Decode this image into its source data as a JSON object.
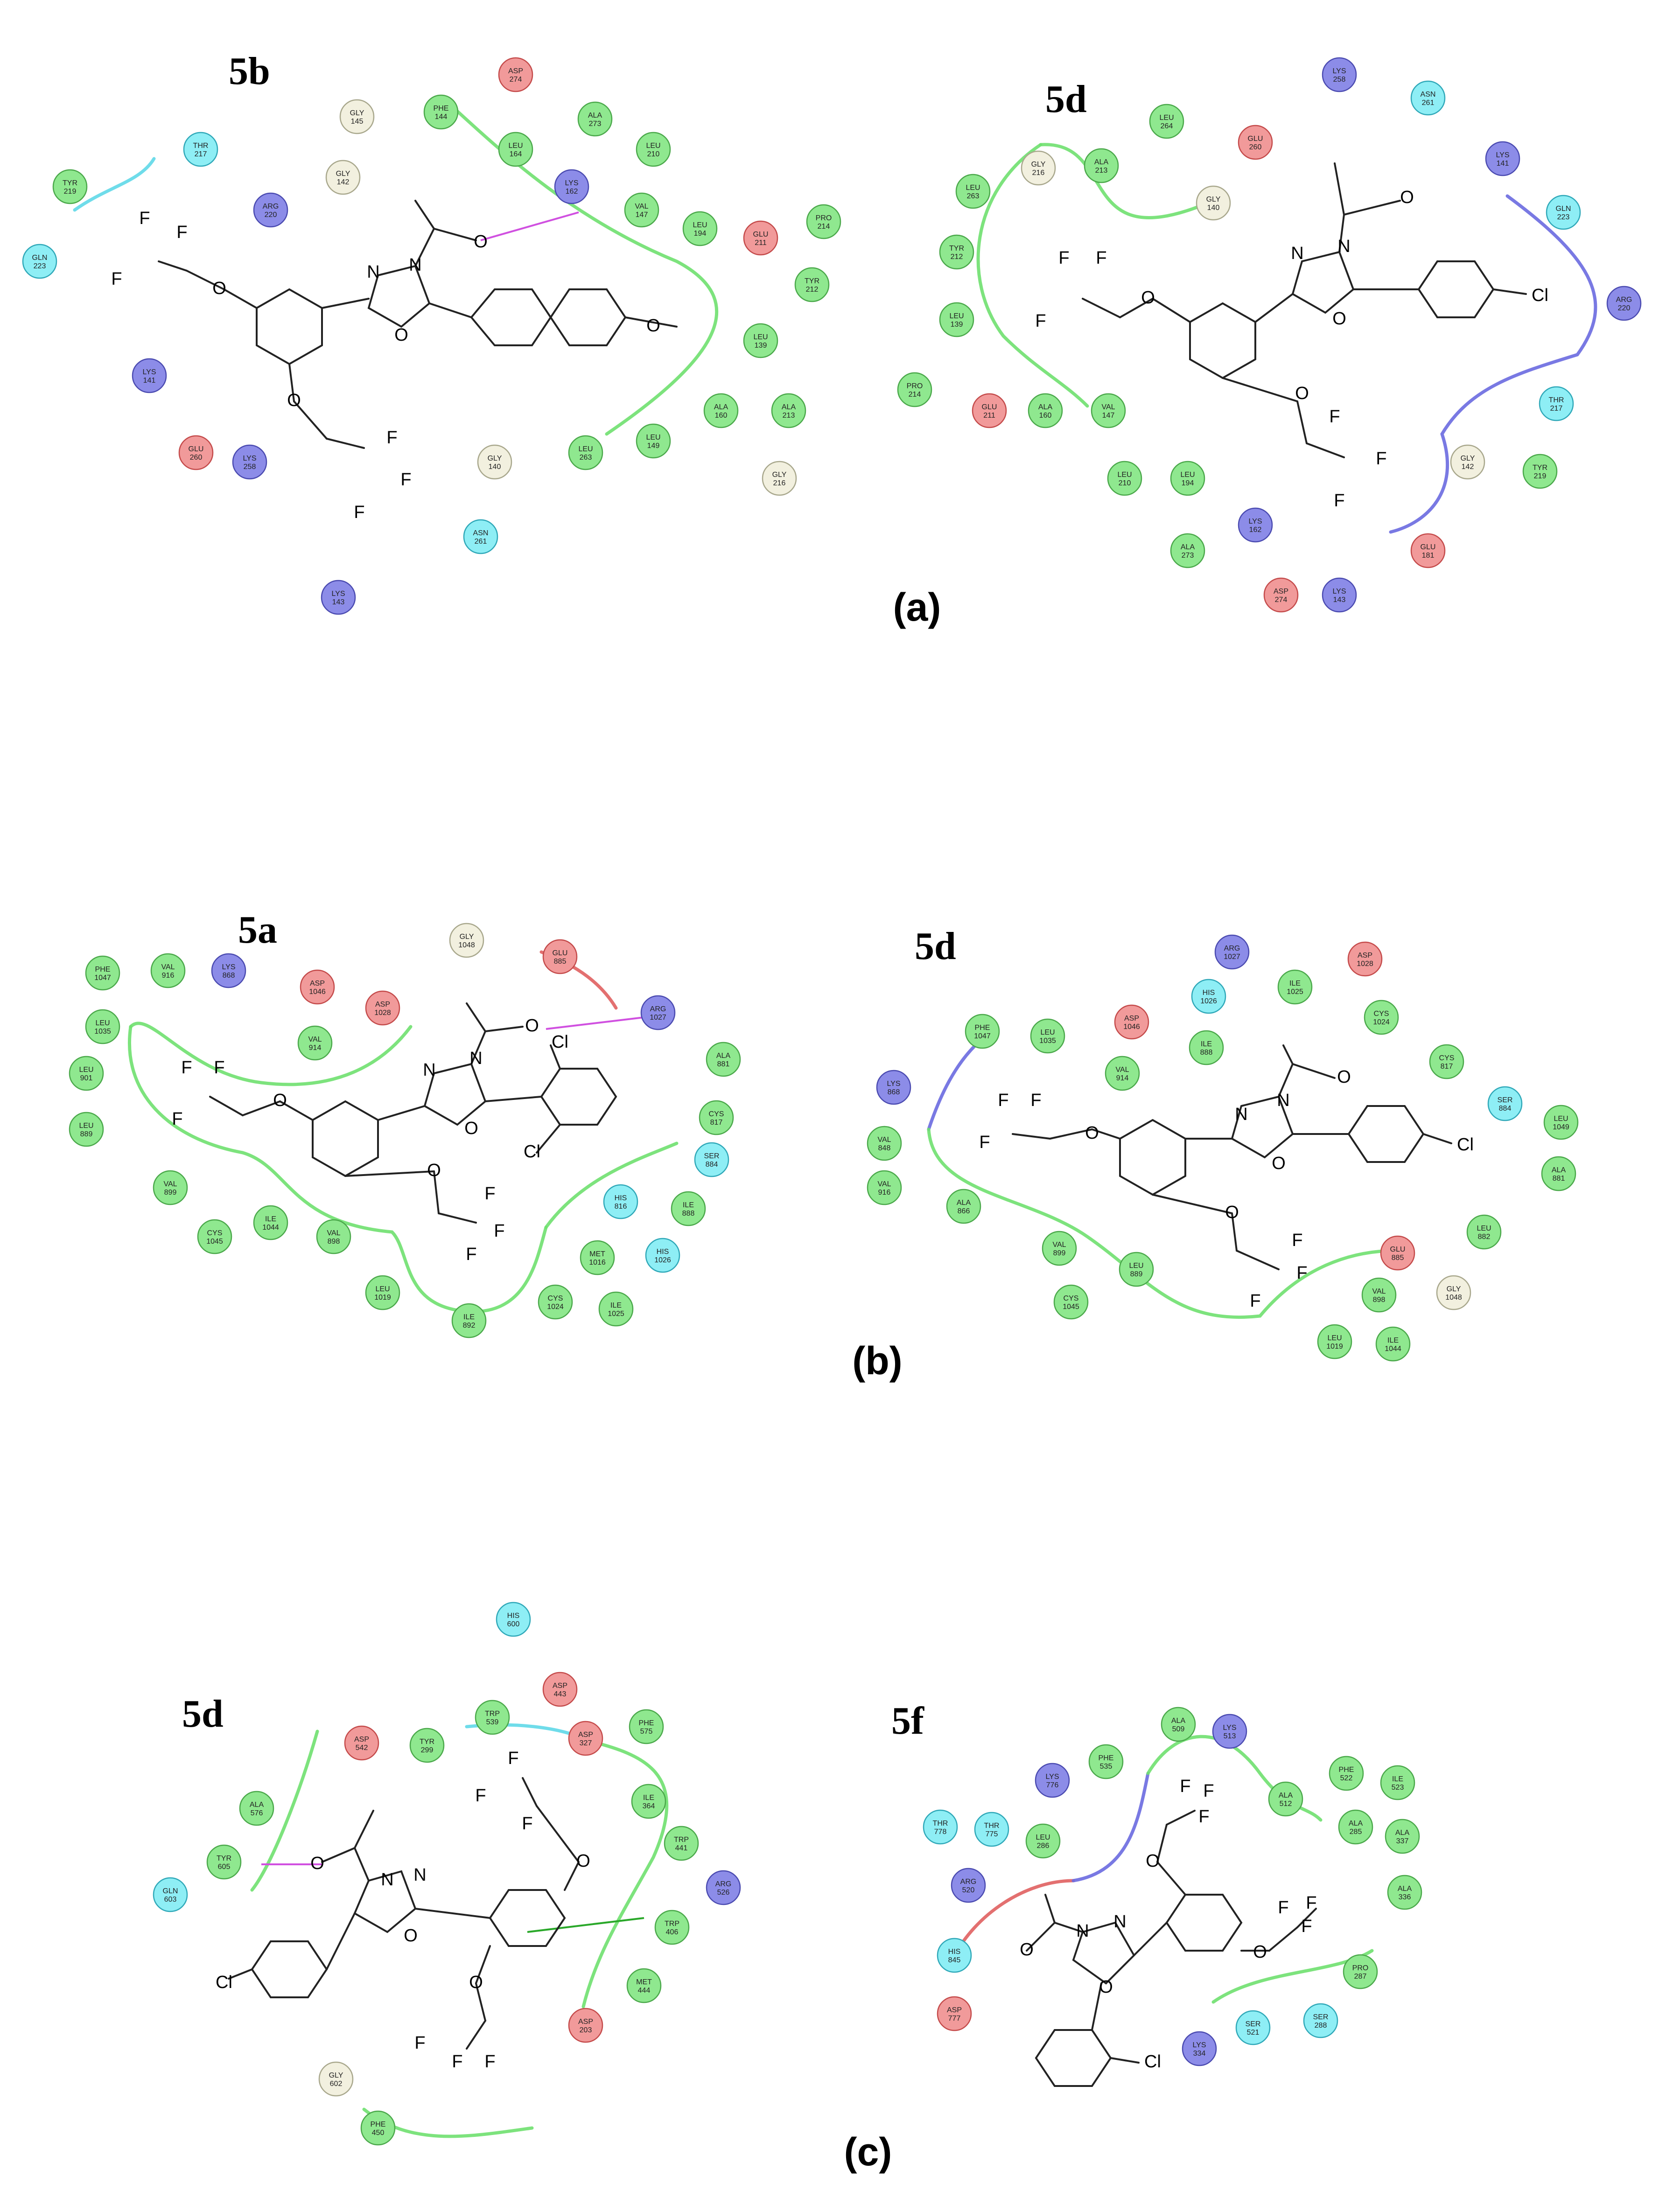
{
  "colors": {
    "green": "#8fe88f",
    "green_edge": "#4aa84a",
    "red": "#f19a9a",
    "red_edge": "#c44a4a",
    "blue": "#8c8ce8",
    "blue_edge": "#4a4ab0",
    "cyan": "#8eeef5",
    "cyan_edge": "#2fa8b8",
    "cream": "#f2f0df",
    "cream_edge": "#a8a78c",
    "pocket_green": "#6fe06f",
    "pocket_red": "#e06060",
    "pocket_blue": "#6a6ae0",
    "pocket_cyan": "#5fd8e8",
    "hbond": "#d050e0"
  },
  "panels": [
    {
      "id": "a-left",
      "title": "5b",
      "residues": [
        {
          "name": "ASP",
          "num": "274",
          "type": "red"
        },
        {
          "name": "PHE",
          "num": "144",
          "type": "green"
        },
        {
          "name": "GLY",
          "num": "145",
          "type": "cream"
        },
        {
          "name": "ALA",
          "num": "273",
          "type": "green"
        },
        {
          "name": "LEU",
          "num": "164",
          "type": "green"
        },
        {
          "name": "LEU",
          "num": "210",
          "type": "green"
        },
        {
          "name": "THR",
          "num": "217",
          "type": "cyan"
        },
        {
          "name": "GLY",
          "num": "142",
          "type": "cream"
        },
        {
          "name": "LYS",
          "num": "162",
          "type": "blue"
        },
        {
          "name": "VAL",
          "num": "147",
          "type": "green"
        },
        {
          "name": "TYR",
          "num": "219",
          "type": "green"
        },
        {
          "name": "ARG",
          "num": "220",
          "type": "blue"
        },
        {
          "name": "LEU",
          "num": "194",
          "type": "green"
        },
        {
          "name": "GLU",
          "num": "211",
          "type": "red"
        },
        {
          "name": "PRO",
          "num": "214",
          "type": "green"
        },
        {
          "name": "GLN",
          "num": "223",
          "type": "cyan"
        },
        {
          "name": "TYR",
          "num": "212",
          "type": "green"
        },
        {
          "name": "LEU",
          "num": "139",
          "type": "green"
        },
        {
          "name": "LYS",
          "num": "141",
          "type": "blue"
        },
        {
          "name": "ALA",
          "num": "160",
          "type": "green"
        },
        {
          "name": "ALA",
          "num": "213",
          "type": "green"
        },
        {
          "name": "GLU",
          "num": "260",
          "type": "red"
        },
        {
          "name": "LYS",
          "num": "258",
          "type": "blue"
        },
        {
          "name": "GLY",
          "num": "140",
          "type": "cream"
        },
        {
          "name": "LEU",
          "num": "263",
          "type": "green"
        },
        {
          "name": "LEU",
          "num": "149",
          "type": "green"
        },
        {
          "name": "GLY",
          "num": "216",
          "type": "cream"
        },
        {
          "name": "ASN",
          "num": "261",
          "type": "cyan"
        },
        {
          "name": "LYS",
          "num": "143",
          "type": "blue"
        }
      ]
    },
    {
      "id": "a-right",
      "title": "5d",
      "residues": [
        {
          "name": "LYS",
          "num": "258",
          "type": "blue"
        },
        {
          "name": "ASN",
          "num": "261",
          "type": "cyan"
        },
        {
          "name": "LEU",
          "num": "264",
          "type": "green"
        },
        {
          "name": "GLU",
          "num": "260",
          "type": "red"
        },
        {
          "name": "GLY",
          "num": "216",
          "type": "cream"
        },
        {
          "name": "ALA",
          "num": "213",
          "type": "green"
        },
        {
          "name": "LEU",
          "num": "263",
          "type": "green"
        },
        {
          "name": "LYS",
          "num": "141",
          "type": "blue"
        },
        {
          "name": "GLY",
          "num": "140",
          "type": "cream"
        },
        {
          "name": "GLN",
          "num": "223",
          "type": "cyan"
        },
        {
          "name": "TYR",
          "num": "212",
          "type": "green"
        },
        {
          "name": "ARG",
          "num": "220",
          "type": "blue"
        },
        {
          "name": "LEU",
          "num": "139",
          "type": "green"
        },
        {
          "name": "PRO",
          "num": "214",
          "type": "green"
        },
        {
          "name": "GLU",
          "num": "211",
          "type": "red"
        },
        {
          "name": "ALA",
          "num": "160",
          "type": "green"
        },
        {
          "name": "VAL",
          "num": "147",
          "type": "green"
        },
        {
          "name": "THR",
          "num": "217",
          "type": "cyan"
        },
        {
          "name": "GLY",
          "num": "142",
          "type": "cream"
        },
        {
          "name": "TYR",
          "num": "219",
          "type": "green"
        },
        {
          "name": "LEU",
          "num": "210",
          "type": "green"
        },
        {
          "name": "LEU",
          "num": "194",
          "type": "green"
        },
        {
          "name": "LYS",
          "num": "162",
          "type": "blue"
        },
        {
          "name": "ALA",
          "num": "273",
          "type": "green"
        },
        {
          "name": "GLU",
          "num": "181",
          "type": "red"
        },
        {
          "name": "ASP",
          "num": "274",
          "type": "red"
        },
        {
          "name": "LYS",
          "num": "143",
          "type": "blue"
        }
      ]
    },
    {
      "id": "b-left",
      "title": "5a",
      "residues": [
        {
          "name": "GLY",
          "num": "1048",
          "type": "cream"
        },
        {
          "name": "GLU",
          "num": "885",
          "type": "red"
        },
        {
          "name": "PHE",
          "num": "1047",
          "type": "green"
        },
        {
          "name": "VAL",
          "num": "916",
          "type": "green"
        },
        {
          "name": "LYS",
          "num": "868",
          "type": "blue"
        },
        {
          "name": "ASP",
          "num": "1046",
          "type": "red"
        },
        {
          "name": "ASP",
          "num": "1028",
          "type": "red"
        },
        {
          "name": "ARG",
          "num": "1027",
          "type": "blue"
        },
        {
          "name": "LEU",
          "num": "1035",
          "type": "green"
        },
        {
          "name": "VAL",
          "num": "914",
          "type": "green"
        },
        {
          "name": "ALA",
          "num": "881",
          "type": "green"
        },
        {
          "name": "LEU",
          "num": "901",
          "type": "green"
        },
        {
          "name": "CYS",
          "num": "817",
          "type": "green"
        },
        {
          "name": "LEU",
          "num": "889",
          "type": "green"
        },
        {
          "name": "SER",
          "num": "884",
          "type": "cyan"
        },
        {
          "name": "VAL",
          "num": "899",
          "type": "green"
        },
        {
          "name": "HIS",
          "num": "816",
          "type": "cyan"
        },
        {
          "name": "ILE",
          "num": "888",
          "type": "green"
        },
        {
          "name": "CYS",
          "num": "1045",
          "type": "green"
        },
        {
          "name": "ILE",
          "num": "1044",
          "type": "green"
        },
        {
          "name": "VAL",
          "num": "898",
          "type": "green"
        },
        {
          "name": "MET",
          "num": "1016",
          "type": "green"
        },
        {
          "name": "HIS",
          "num": "1026",
          "type": "cyan"
        },
        {
          "name": "LEU",
          "num": "1019",
          "type": "green"
        },
        {
          "name": "CYS",
          "num": "1024",
          "type": "green"
        },
        {
          "name": "ILE",
          "num": "1025",
          "type": "green"
        },
        {
          "name": "ILE",
          "num": "892",
          "type": "green"
        }
      ]
    },
    {
      "id": "b-right",
      "title": "5d",
      "residues": [
        {
          "name": "ARG",
          "num": "1027",
          "type": "blue"
        },
        {
          "name": "ASP",
          "num": "1028",
          "type": "red"
        },
        {
          "name": "HIS",
          "num": "1026",
          "type": "cyan"
        },
        {
          "name": "ILE",
          "num": "1025",
          "type": "green"
        },
        {
          "name": "PHE",
          "num": "1047",
          "type": "green"
        },
        {
          "name": "LEU",
          "num": "1035",
          "type": "green"
        },
        {
          "name": "ASP",
          "num": "1046",
          "type": "red"
        },
        {
          "name": "CYS",
          "num": "1024",
          "type": "green"
        },
        {
          "name": "ILE",
          "num": "888",
          "type": "green"
        },
        {
          "name": "LYS",
          "num": "868",
          "type": "blue"
        },
        {
          "name": "VAL",
          "num": "914",
          "type": "green"
        },
        {
          "name": "CYS",
          "num": "817",
          "type": "green"
        },
        {
          "name": "SER",
          "num": "884",
          "type": "cyan"
        },
        {
          "name": "LEU",
          "num": "1049",
          "type": "green"
        },
        {
          "name": "VAL",
          "num": "848",
          "type": "green"
        },
        {
          "name": "ALA",
          "num": "881",
          "type": "green"
        },
        {
          "name": "VAL",
          "num": "916",
          "type": "green"
        },
        {
          "name": "ALA",
          "num": "866",
          "type": "green"
        },
        {
          "name": "LEU",
          "num": "882",
          "type": "green"
        },
        {
          "name": "VAL",
          "num": "899",
          "type": "green"
        },
        {
          "name": "LEU",
          "num": "889",
          "type": "green"
        },
        {
          "name": "GLU",
          "num": "885",
          "type": "red"
        },
        {
          "name": "CYS",
          "num": "1045",
          "type": "green"
        },
        {
          "name": "VAL",
          "num": "898",
          "type": "green"
        },
        {
          "name": "GLY",
          "num": "1048",
          "type": "cream"
        },
        {
          "name": "LEU",
          "num": "1019",
          "type": "green"
        },
        {
          "name": "ILE",
          "num": "1044",
          "type": "green"
        }
      ]
    },
    {
      "id": "c-left",
      "title": "5d",
      "residues": [
        {
          "name": "HIS",
          "num": "600",
          "type": "cyan"
        },
        {
          "name": "ASP",
          "num": "443",
          "type": "red"
        },
        {
          "name": "TRP",
          "num": "539",
          "type": "green"
        },
        {
          "name": "ASP",
          "num": "542",
          "type": "red"
        },
        {
          "name": "TYR",
          "num": "299",
          "type": "green"
        },
        {
          "name": "ASP",
          "num": "327",
          "type": "red"
        },
        {
          "name": "PHE",
          "num": "575",
          "type": "green"
        },
        {
          "name": "ALA",
          "num": "576",
          "type": "green"
        },
        {
          "name": "ILE",
          "num": "364",
          "type": "green"
        },
        {
          "name": "TRP",
          "num": "441",
          "type": "green"
        },
        {
          "name": "TYR",
          "num": "605",
          "type": "green"
        },
        {
          "name": "GLN",
          "num": "603",
          "type": "cyan"
        },
        {
          "name": "ARG",
          "num": "526",
          "type": "blue"
        },
        {
          "name": "TRP",
          "num": "406",
          "type": "green"
        },
        {
          "name": "MET",
          "num": "444",
          "type": "green"
        },
        {
          "name": "ASP",
          "num": "203",
          "type": "red"
        },
        {
          "name": "GLY",
          "num": "602",
          "type": "cream"
        },
        {
          "name": "PHE",
          "num": "450",
          "type": "green"
        }
      ]
    },
    {
      "id": "c-right",
      "title": "5f",
      "residues": [
        {
          "name": "ALA",
          "num": "509",
          "type": "green"
        },
        {
          "name": "LYS",
          "num": "513",
          "type": "blue"
        },
        {
          "name": "LYS",
          "num": "776",
          "type": "blue"
        },
        {
          "name": "PHE",
          "num": "535",
          "type": "green"
        },
        {
          "name": "PHE",
          "num": "522",
          "type": "green"
        },
        {
          "name": "ILE",
          "num": "523",
          "type": "green"
        },
        {
          "name": "THR",
          "num": "778",
          "type": "cyan"
        },
        {
          "name": "THR",
          "num": "775",
          "type": "cyan"
        },
        {
          "name": "LEU",
          "num": "286",
          "type": "green"
        },
        {
          "name": "ALA",
          "num": "512",
          "type": "green"
        },
        {
          "name": "ALA",
          "num": "285",
          "type": "green"
        },
        {
          "name": "ALA",
          "num": "337",
          "type": "green"
        },
        {
          "name": "ARG",
          "num": "520",
          "type": "blue"
        },
        {
          "name": "ALA",
          "num": "336",
          "type": "green"
        },
        {
          "name": "HIS",
          "num": "845",
          "type": "cyan"
        },
        {
          "name": "PRO",
          "num": "287",
          "type": "green"
        },
        {
          "name": "ASP",
          "num": "777",
          "type": "red"
        },
        {
          "name": "SER",
          "num": "521",
          "type": "cyan"
        },
        {
          "name": "SER",
          "num": "288",
          "type": "cyan"
        },
        {
          "name": "LYS",
          "num": "334",
          "type": "blue"
        }
      ]
    }
  ],
  "captions": [
    "(a)",
    "(b)",
    "(c)"
  ],
  "atoms": {
    "N": "N",
    "O": "O",
    "F": "F",
    "Cl": "Cl"
  }
}
